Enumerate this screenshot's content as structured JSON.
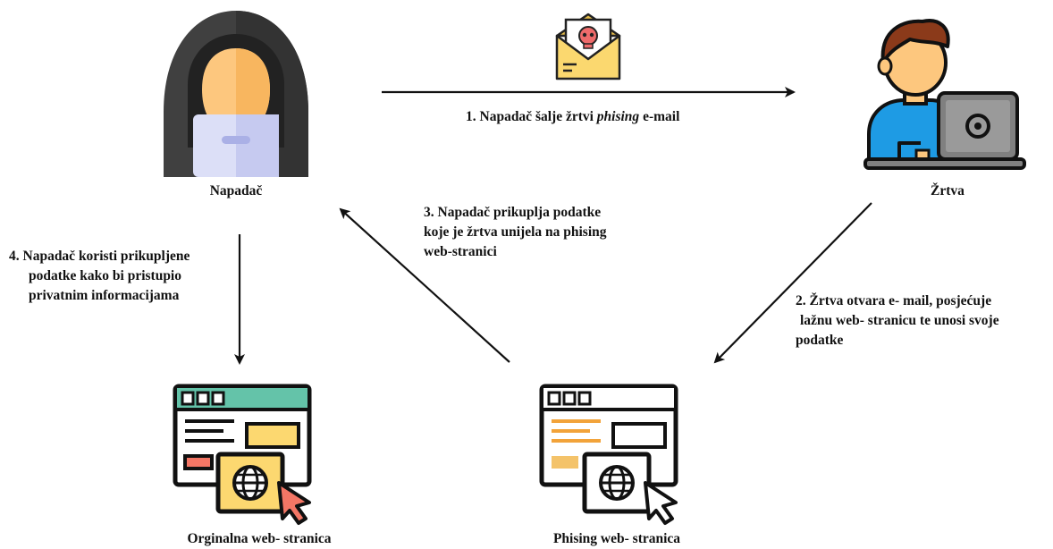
{
  "actors": {
    "attacker": {
      "label": "Napadač",
      "icon": "hooded-hacker-icon"
    },
    "victim": {
      "label": "Žrtva",
      "icon": "person-laptop-icon"
    },
    "original_site": {
      "label": "Orginalna web- stranica",
      "icon": "browser-globe-icon"
    },
    "phishing_site": {
      "label": "Phising web- stranica",
      "icon": "browser-globe-icon"
    }
  },
  "email_icon": "phishing-email-skull-icon",
  "steps": {
    "step1": {
      "prefix": "1. Napadač šalje žrtvi ",
      "italic": "phising",
      "suffix": " e-mail"
    },
    "step2": {
      "lines": [
        "2. Žrtva otvara e- mail, posjećuje",
        "lažnu web- stranicu te unosi svoje",
        "podatke"
      ]
    },
    "step3": {
      "lines": [
        "3. Napadač prikuplja podatke",
        "koje je žrtva unijela na phising",
        "web-stranici"
      ]
    },
    "step4": {
      "lines": [
        "4. Napadač koristi prikupljene",
        "podatke kako bi pristupio",
        "privatnim informacijama"
      ]
    }
  },
  "colors": {
    "hood": "#454545",
    "face": "#fdc77e",
    "shirt": "#d9dcf5",
    "victim_shirt": "#1e9be4",
    "victim_hair": "#8b3a1a",
    "laptop": "#808080",
    "envelope": "#fbd86f",
    "skull": "#ee6b6b",
    "browser_bar": "#64c3a9",
    "panel_yellow": "#fcd870",
    "panel_red": "#f47665",
    "phish_lines": "#f2a33a",
    "phish_block": "#f4c36a",
    "cursor": "#f47665"
  }
}
